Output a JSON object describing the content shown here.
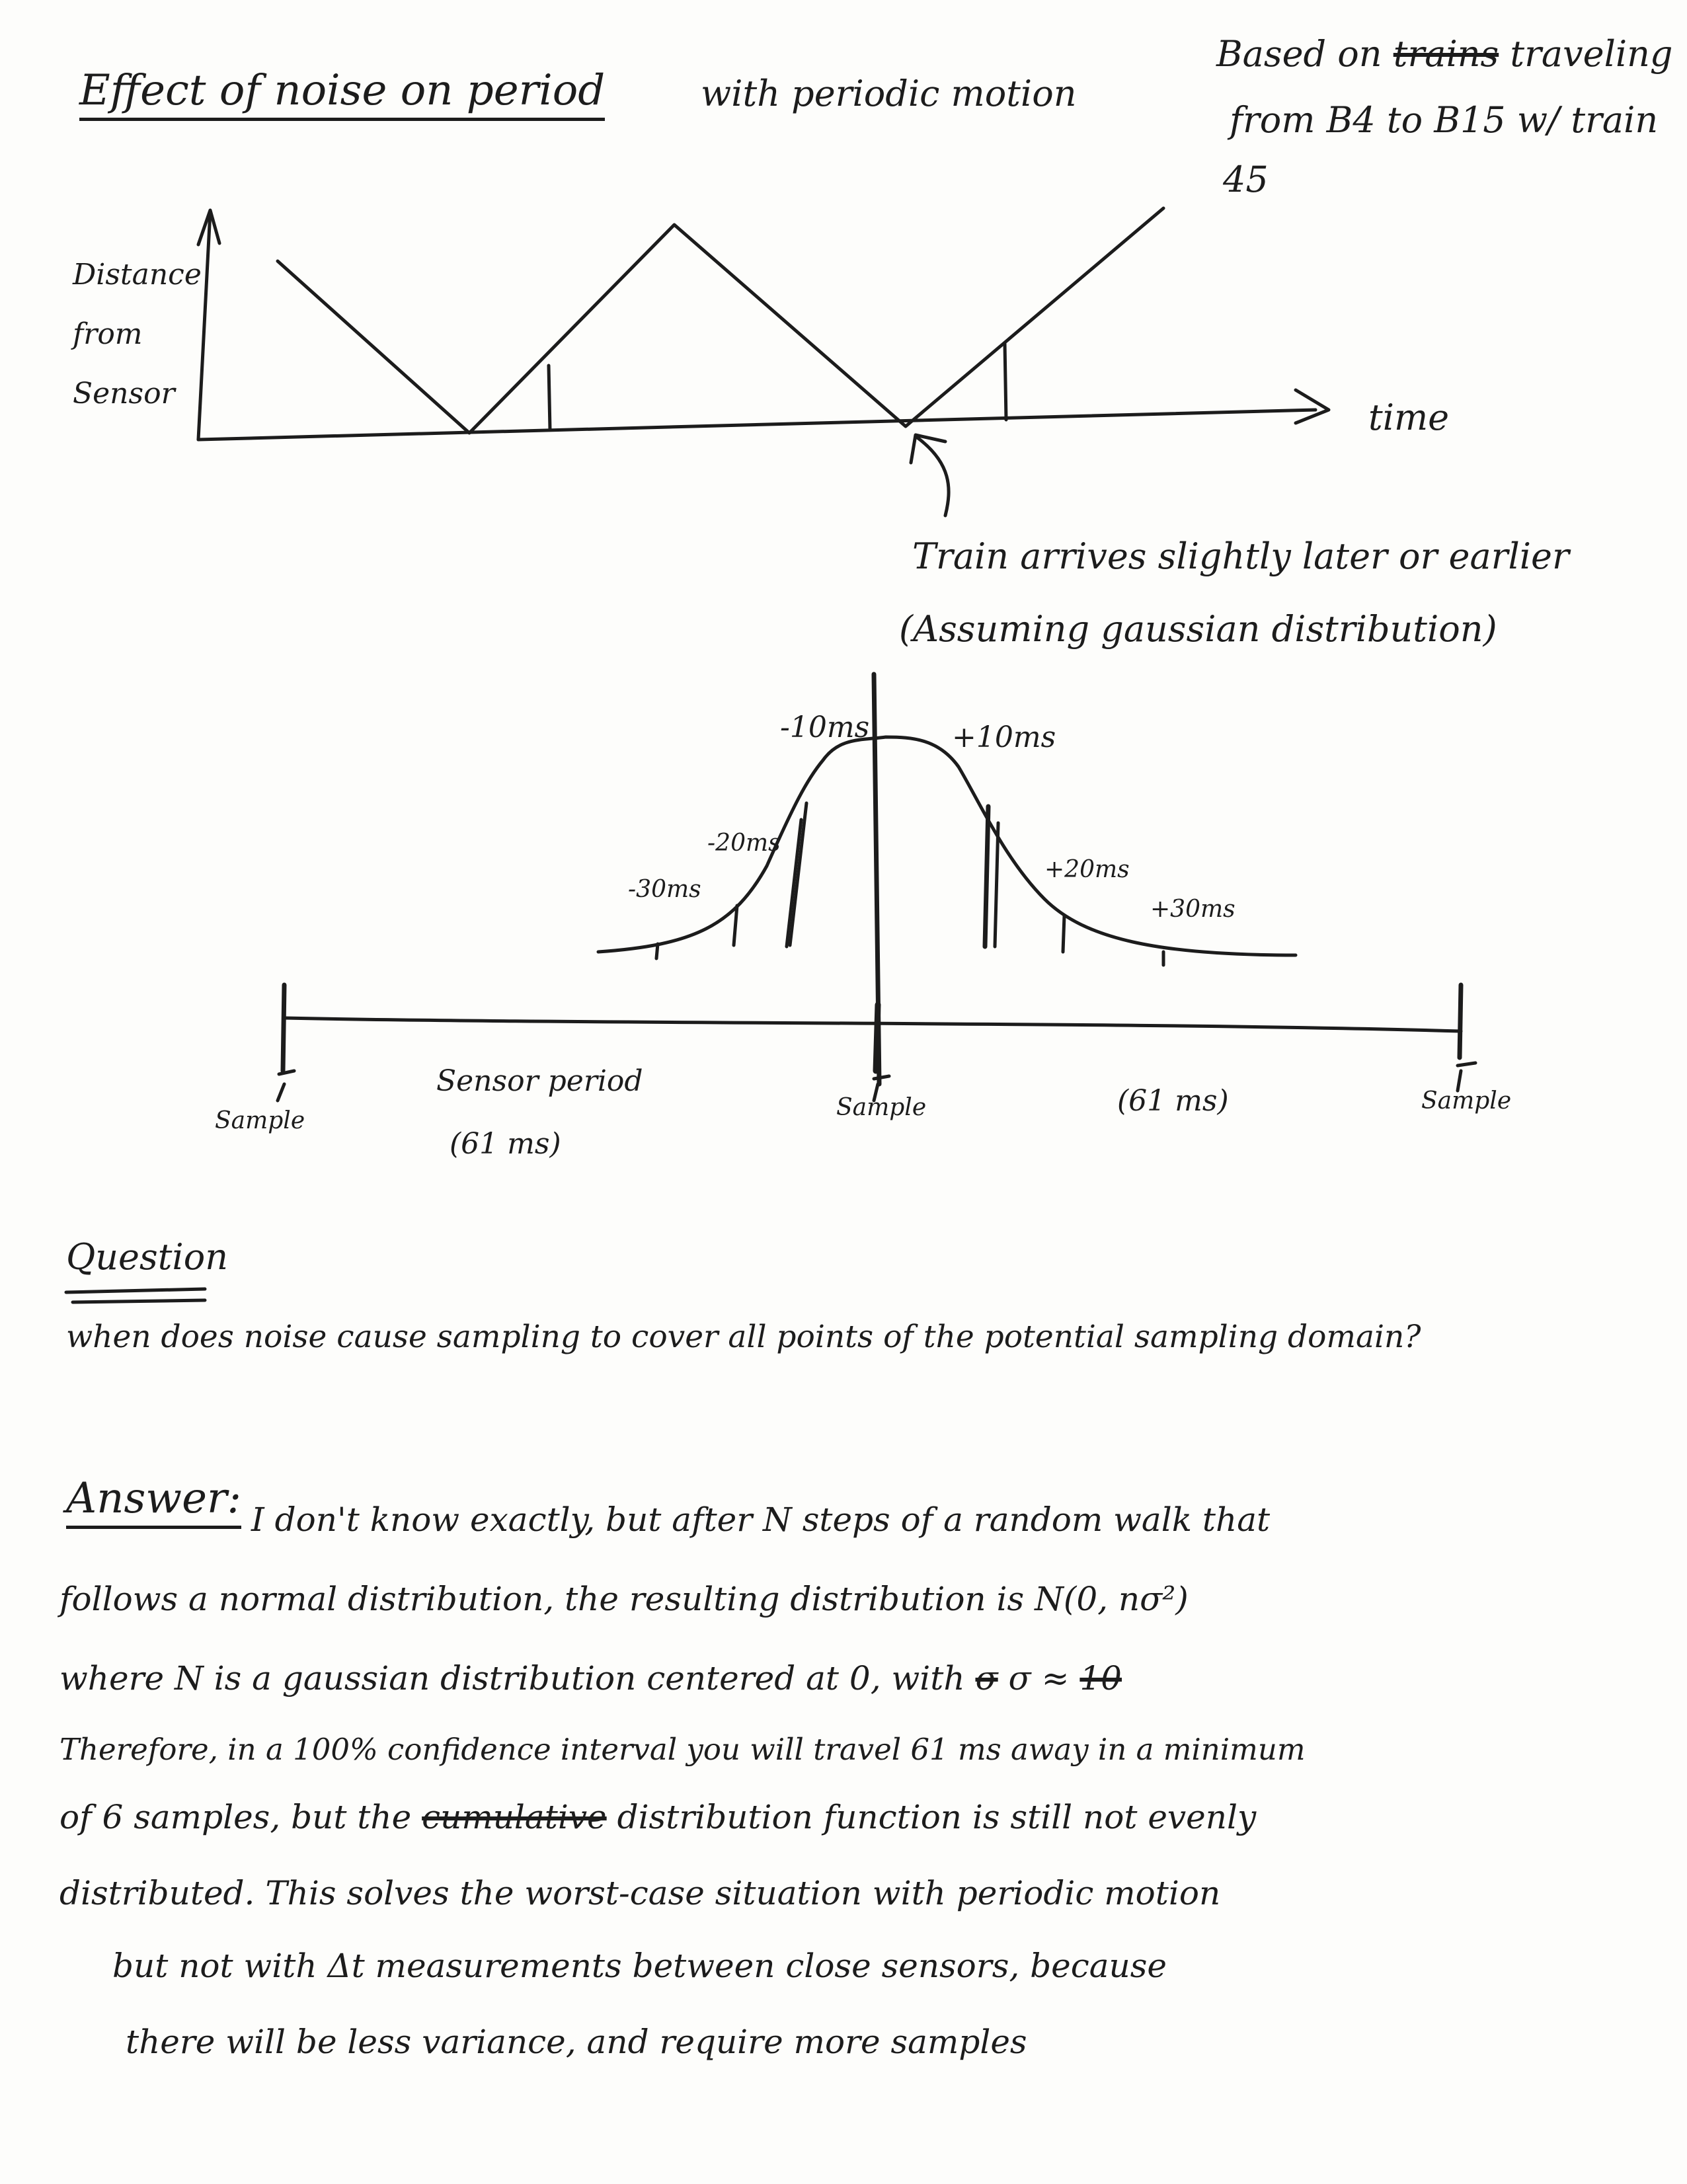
{
  "title": {
    "part1": "Effect of noise on period",
    "part2": "with periodic motion"
  },
  "note": {
    "line1_a": "Based on",
    "line1_scribble": "trains",
    "line1_b": "traveling",
    "line2": "from B4 to B15 w/ train",
    "line3": "45"
  },
  "graph1": {
    "ylabel_1": "Distance",
    "ylabel_2": "from",
    "ylabel_3": "Sensor",
    "xlabel": "time"
  },
  "arrow_note": {
    "line1": "Train arrives slightly later or earlier",
    "line2": "(Assuming gaussian distribution)"
  },
  "bell_labels": {
    "m10": "-10ms",
    "p10": "+10ms",
    "m20": "-20ms",
    "p20": "+20ms",
    "m30": "-30ms",
    "p30": "+30ms"
  },
  "timeline": {
    "sample_left": "Sample",
    "sample_mid": "Sample",
    "sample_right": "Sample",
    "period_label_1": "Sensor period",
    "period_label_2": "(61 ms)",
    "period_label_right": "(61 ms)"
  },
  "question": {
    "heading": "Question",
    "text": "when does noise cause sampling to cover all points of the potential sampling domain?"
  },
  "answer": {
    "heading": "Answer:",
    "line1": "I don't know exactly, but after N steps of a random walk that",
    "line2": "follows a normal distribution, the resulting distribution is N(0, nσ²)",
    "line3_a": "where N is a gaussian distribution centered at 0, with",
    "line3_scribble1": "σ",
    "line3_b": "σ ≈",
    "line3_scribble2": "10",
    "line4": "Therefore, in a 100% confidence interval you will travel 61 ms away in a minimum",
    "line5_a": "of 6 samples, but the",
    "line5_scribble": "cumulative",
    "line5_b": "distribution function is still not evenly",
    "line6": "distributed. This solves the worst-case situation with periodic motion",
    "line7": "but not with Δt measurements between close sensors, because",
    "line8": "there will be less variance, and require more samples"
  },
  "colors": {
    "ink": "#1c1c1c",
    "paper": "#fdfdfb"
  }
}
